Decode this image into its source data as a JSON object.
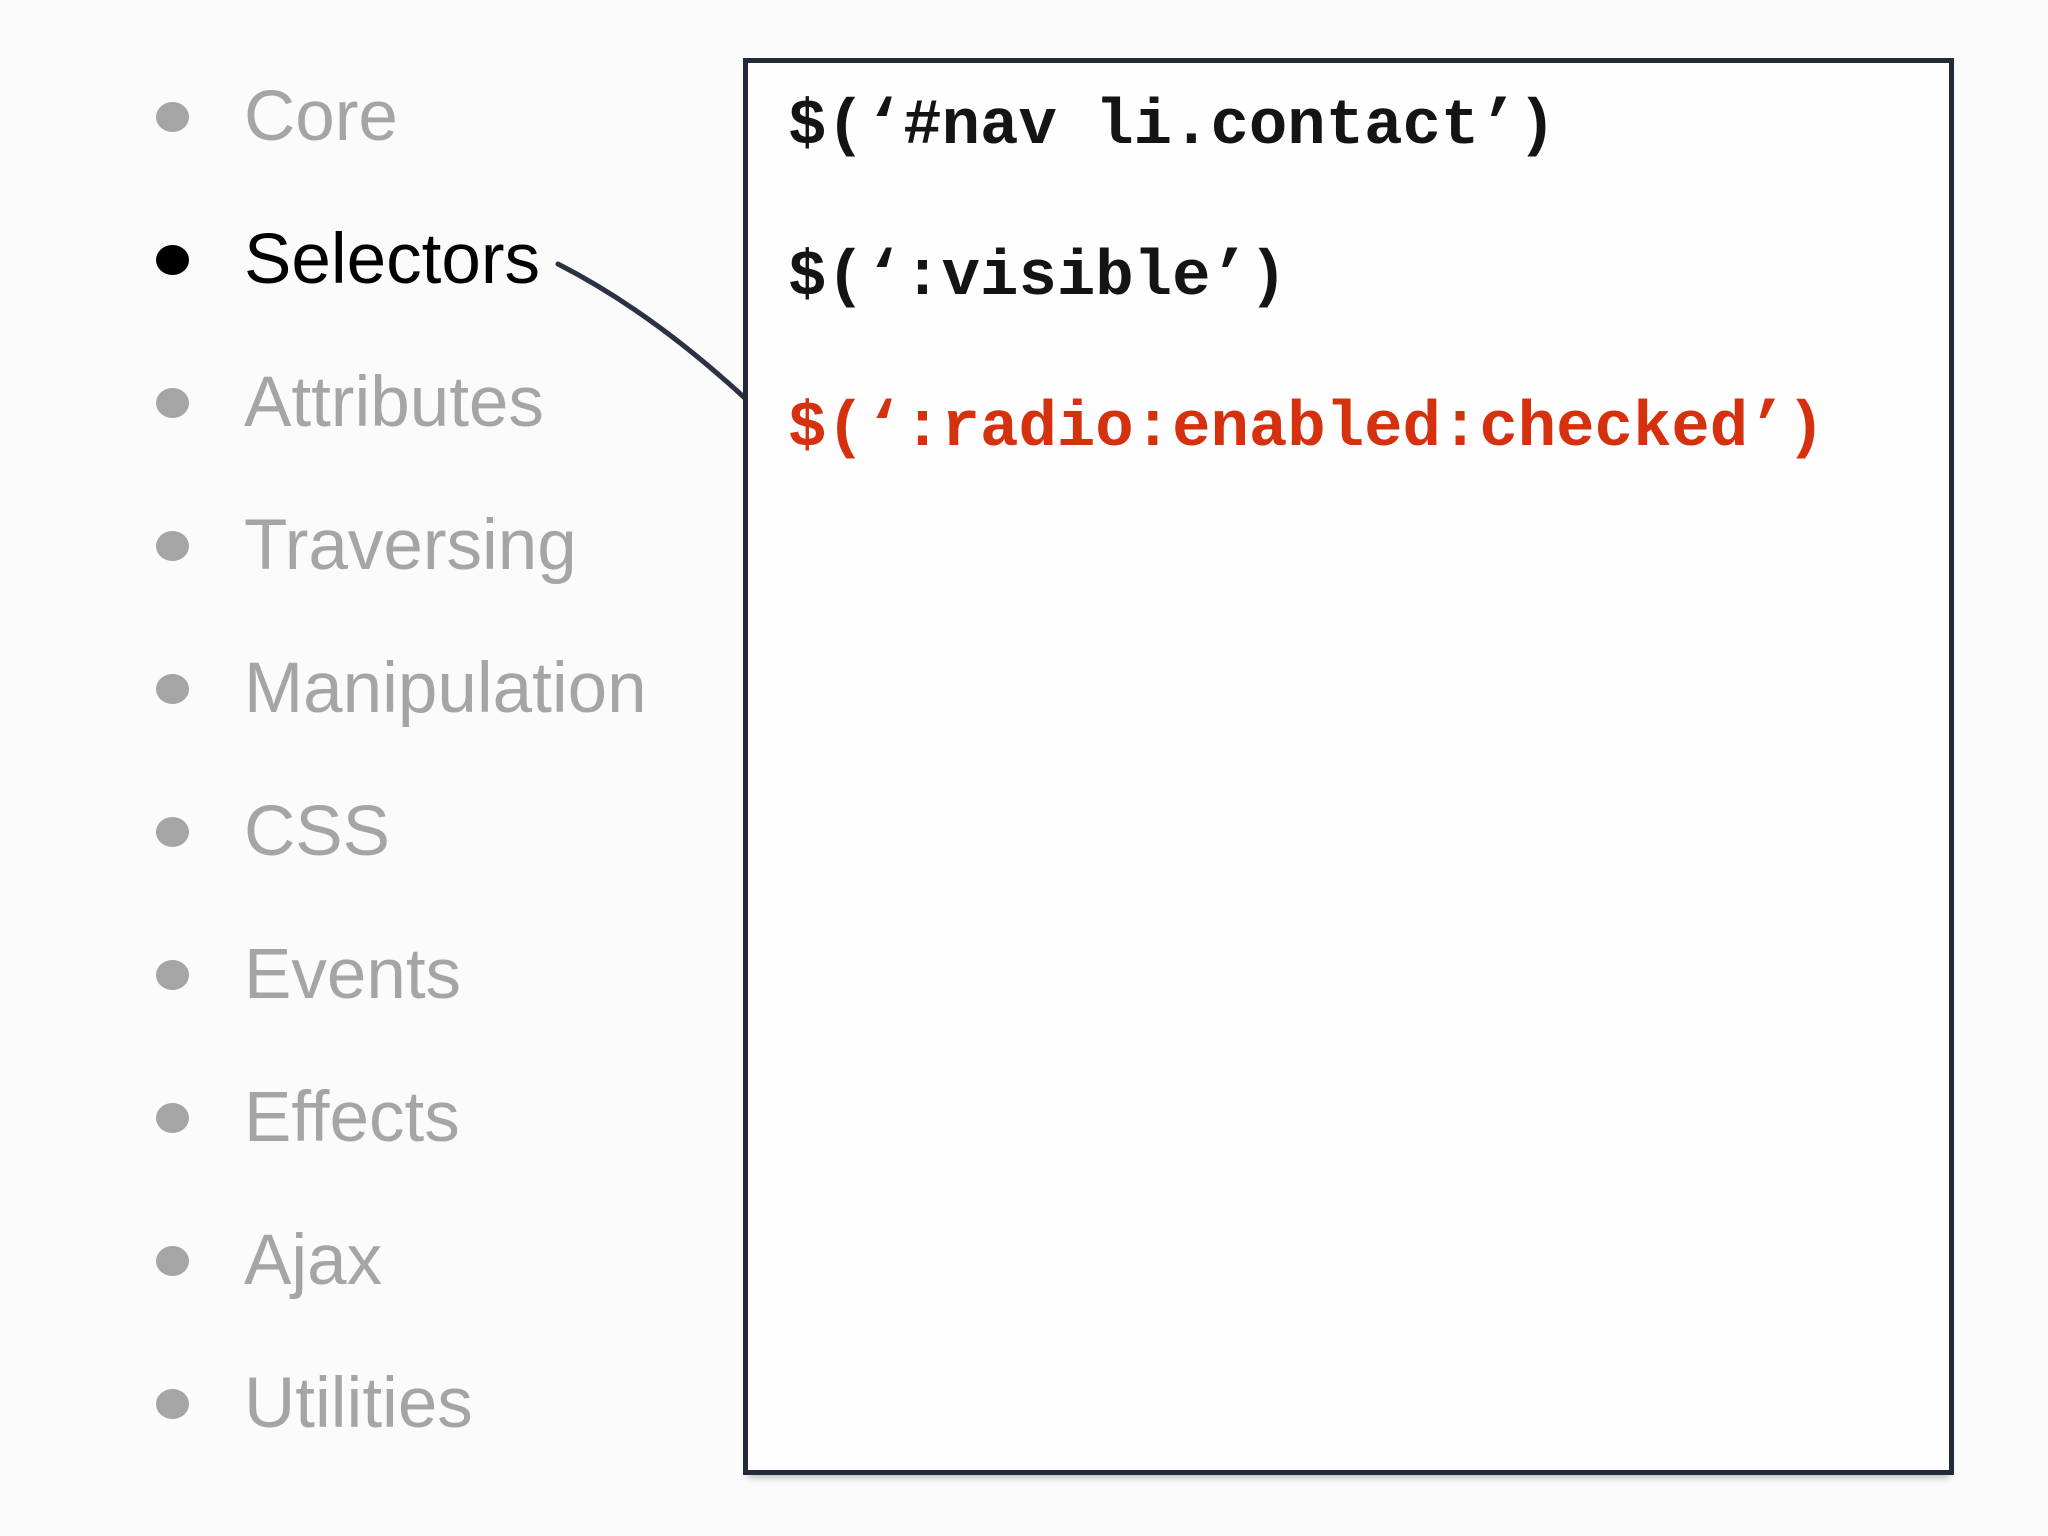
{
  "slide": {
    "background": "#fbfbfb"
  },
  "topics": {
    "inactive_color": "#a5a5a5",
    "active_color": "#000000",
    "items": [
      {
        "label": "Core",
        "active": false
      },
      {
        "label": "Selectors",
        "active": true
      },
      {
        "label": "Attributes",
        "active": false
      },
      {
        "label": "Traversing",
        "active": false
      },
      {
        "label": "Manipulation",
        "active": false
      },
      {
        "label": "CSS",
        "active": false
      },
      {
        "label": "Events",
        "active": false
      },
      {
        "label": "Effects",
        "active": false
      },
      {
        "label": "Ajax",
        "active": false
      },
      {
        "label": "Utilities",
        "active": false
      }
    ]
  },
  "connector": {
    "color": "#2b3243"
  },
  "code_panel": {
    "background": "#fefefe",
    "border_color": "#232a38",
    "red_color": "#d5310e",
    "lines": [
      {
        "text": "$(‘#nav li.contact’)",
        "red": false
      },
      {
        "text": "$(‘:visible’)",
        "red": false
      },
      {
        "text": "$(‘:radio:enabled:checked’)",
        "red": true
      }
    ]
  }
}
